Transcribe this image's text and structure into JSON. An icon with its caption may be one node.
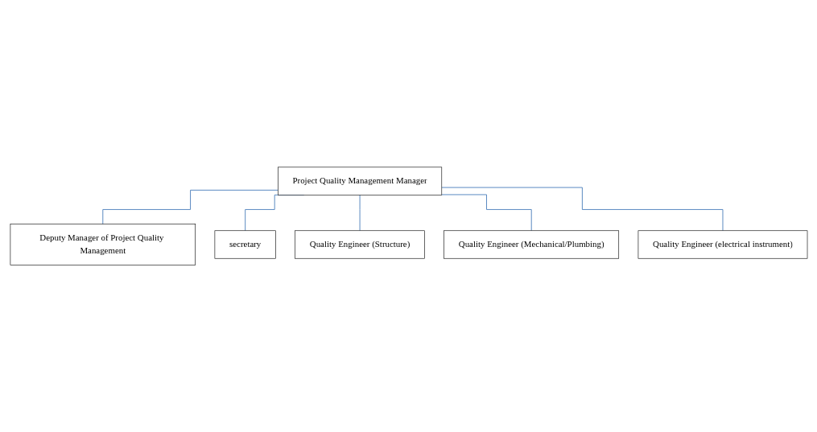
{
  "diagram": {
    "nodes": [
      {
        "text": [
          "Project Quality Management Manager"
        ]
      },
      {
        "text": [
          "Deputy Manager of Project Quality Management"
        ]
      },
      {
        "text": [
          "secretary"
        ]
      },
      {
        "text": [
          "Quality Engineer (Structure)"
        ]
      },
      {
        "text": [
          "Quality Engineer (electrical instrument)"
        ]
      },
      {
        "text": [
          "Quality Engineer (Mechanical/Plumbing)"
        ]
      }
    ],
    "edges": [
      {
        "from": 0,
        "to": 1,
        "arrow": "none"
      },
      {
        "from": 0,
        "to": 2,
        "arrow": "none"
      },
      {
        "from": 0,
        "to": 3,
        "arrow": "none"
      },
      {
        "from": 0,
        "to": 5,
        "arrow": "none"
      },
      {
        "from": 0,
        "to": 4,
        "arrow": "none"
      }
    ]
  }
}
